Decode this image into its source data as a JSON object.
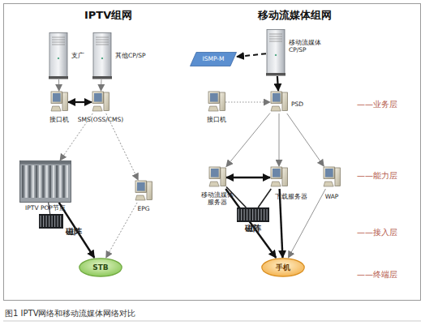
{
  "diagram": {
    "caption": "图1 IPTV网络和移动流媒体网络对比",
    "nodes": [
      {
        "text": [
          "支广"
        ]
      },
      {
        "text": [
          "其他CP/SP"
        ]
      },
      {
        "text": [
          "接口机"
        ]
      },
      {
        "text": [
          "SMS(OSS/CMS)"
        ]
      },
      {
        "text": [
          "IPTV POP节点"
        ]
      },
      {
        "text": [
          "磁阵"
        ]
      },
      {
        "text": [
          "EPG"
        ]
      },
      {
        "text": [
          "STB"
        ]
      },
      {
        "text": [
          "ISMP-M"
        ]
      },
      {
        "text": [
          "移动流媒体 CP/SP"
        ]
      },
      {
        "text": [
          "接口机"
        ]
      },
      {
        "text": [
          "PSD"
        ]
      },
      {
        "text": [
          "移动流媒体服务器"
        ]
      },
      {
        "text": [
          "下载服务器"
        ]
      },
      {
        "text": [
          "WAP"
        ]
      },
      {
        "text": [
          "磁阵"
        ]
      },
      {
        "text": [
          "手机"
        ]
      }
    ],
    "edges": [
      {
        "from": 0,
        "to": 2,
        "arrow": "to"
      },
      {
        "from": 1,
        "to": 3,
        "arrow": "to"
      },
      {
        "from": 2,
        "to": 3,
        "arrow": "both"
      },
      {
        "from": 3,
        "to": 4,
        "arrow": "to"
      },
      {
        "from": 3,
        "to": 6,
        "arrow": "to"
      },
      {
        "from": 4,
        "to": 5,
        "arrow": "none"
      },
      {
        "from": 4,
        "to": 7,
        "arrow": "to"
      },
      {
        "from": 6,
        "to": 7,
        "arrow": "to"
      },
      {
        "from": 9,
        "to": 8,
        "arrow": "to"
      },
      {
        "from": 9,
        "to": 11,
        "arrow": "to"
      },
      {
        "from": 10,
        "to": 11,
        "arrow": "to"
      },
      {
        "from": 11,
        "to": 12,
        "arrow": "to"
      },
      {
        "from": 11,
        "to": 13,
        "arrow": "to"
      },
      {
        "from": 11,
        "to": 14,
        "arrow": "to"
      },
      {
        "from": 12,
        "to": 13,
        "arrow": "both"
      },
      {
        "from": 12,
        "to": 16,
        "arrow": "to"
      },
      {
        "from": 13,
        "to": 16,
        "arrow": "to"
      },
      {
        "from": 14,
        "to": 16,
        "arrow": "to"
      },
      {
        "from": 12,
        "to": 15,
        "arrow": "none"
      },
      {
        "from": 13,
        "to": 15,
        "arrow": "none"
      }
    ],
    "labels": [
      "IPTV组网",
      "移动流媒体组网",
      "——业务层",
      "——能力层",
      "——接入层",
      "——终端层"
    ]
  }
}
